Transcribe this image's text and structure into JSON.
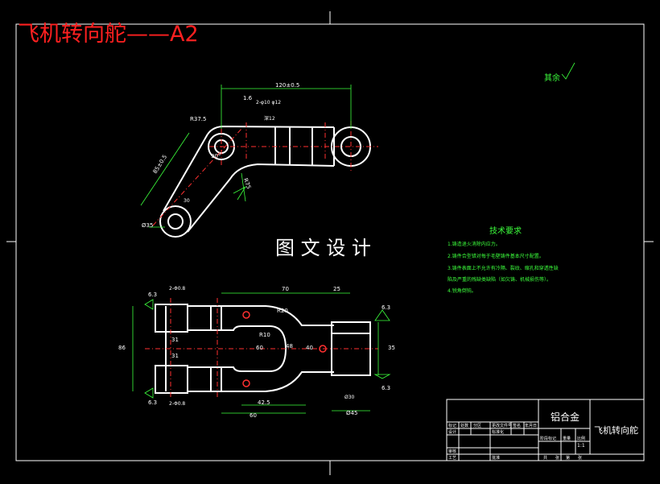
{
  "title_overlay": "飞机转向舵——A2",
  "watermark": "图 文 设 计",
  "surface_note": "其余",
  "tech_requirements": {
    "heading": "技术要求",
    "lines": [
      "1.铸造退火消除内应力。",
      "2.铸件合型错对每于毛壁铸件基本尺寸配置。",
      "3.铸件表面上不允许有冷隔、裂纹、缩孔和穿透性缺",
      "陷及严重的残缺类缺陷（如欠铸、机械损伤等）。",
      "4.锐角倒钝。"
    ]
  },
  "dimensions_top": {
    "d120": "120±0.5",
    "d16": "1.6",
    "hole": "2-φ10 φ12",
    "deep": "深12",
    "r375": "R37.5",
    "d85": "85±0.5",
    "d90": "90°",
    "r75": "R75",
    "d35": "Ø35",
    "d30": "30"
  },
  "dimensions_bottom": {
    "h28": "2-Φ0.8",
    "h28b": "2-Φ0.8",
    "d70": "70",
    "d25": "25",
    "d63a": "6.3",
    "d63b": "6.3",
    "d63c": "6.3",
    "d63d": "6.3",
    "d86": "86",
    "d31a": "31",
    "d31b": "31",
    "r10": "R10",
    "r20": "R20",
    "d60": "60",
    "d48": "48",
    "d40": "40",
    "d425": "42.5",
    "d60b": "60",
    "d45": "Ø45",
    "d35": "35",
    "d30": "Ø30"
  },
  "title_block": {
    "material": "铝合金",
    "part_name": "飞机转向舵",
    "scale": "1:1",
    "labels": [
      "标记",
      "处数",
      "分区",
      "更改文件号",
      "签名",
      "年月日"
    ],
    "labels2": [
      "设计",
      "标准化"
    ],
    "labels3": [
      "审核",
      "工艺",
      "批准"
    ],
    "stage": [
      "阶段标记",
      "重量",
      "比例"
    ],
    "sheet": [
      "共",
      "张",
      "第",
      "张"
    ]
  }
}
